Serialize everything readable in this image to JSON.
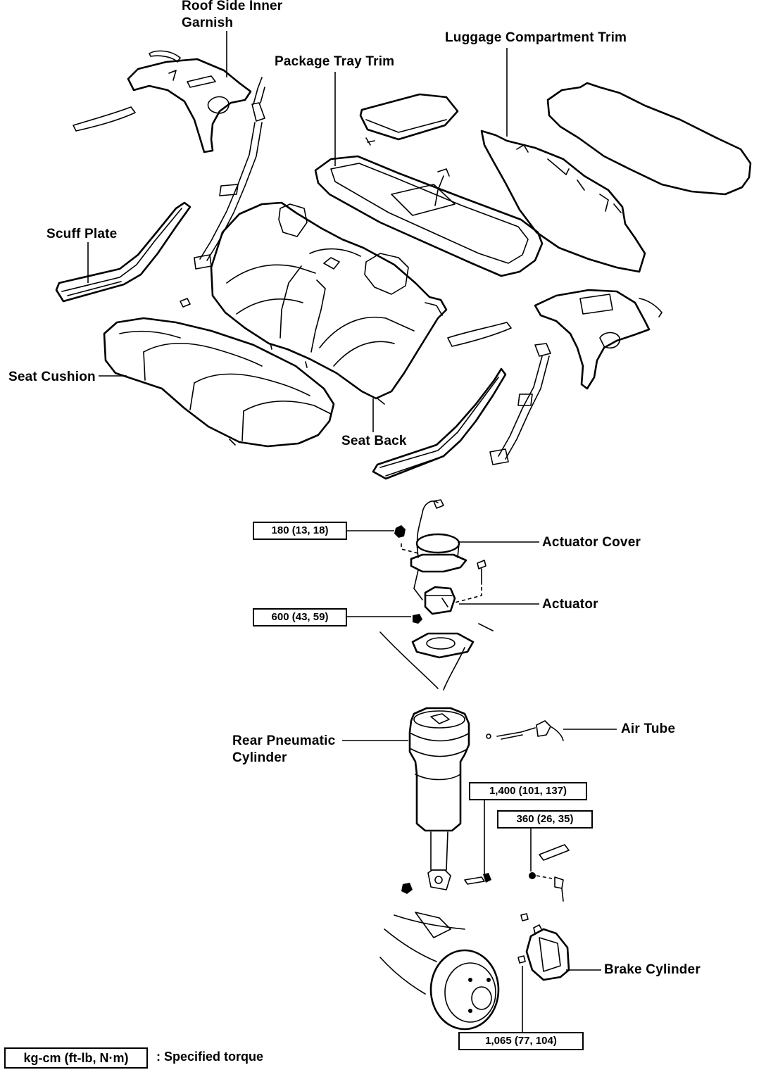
{
  "labels": {
    "roof_side_inner_garnish_1": "Roof Side Inner",
    "roof_side_inner_garnish_2": "Garnish",
    "package_tray_trim": "Package Tray Trim",
    "luggage_compartment_trim": "Luggage Compartment Trim",
    "scuff_plate": "Scuff Plate",
    "seat_cushion": "Seat Cushion",
    "seat_back": "Seat Back",
    "actuator_cover": "Actuator Cover",
    "actuator": "Actuator",
    "air_tube": "Air Tube",
    "rear_pneumatic_cylinder_1": "Rear Pneumatic",
    "rear_pneumatic_cylinder_2": "Cylinder",
    "brake_cylinder": "Brake Cylinder"
  },
  "torques": {
    "actuator_cover_nut": "180 (13, 18)",
    "actuator_nut": "600 (43, 59)",
    "cylinder_lower_bolt": "1,400 (101, 137)",
    "cylinder_link_nut": "360 (26, 35)",
    "brake_cylinder_bolt": "1,065 (77, 104)"
  },
  "legend": {
    "unit": "kg-cm (ft-lb, N·m)",
    "text": ":  Specified torque"
  }
}
